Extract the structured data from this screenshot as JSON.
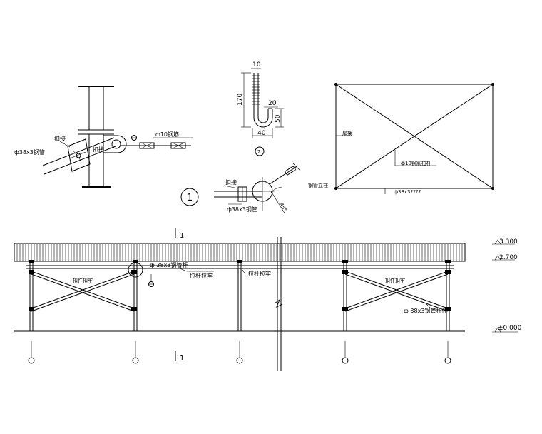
{
  "detail_left": {
    "label_fastener": "扣接",
    "label_fastener2": "扣接",
    "label_pipe": "ф38x3钢管",
    "label_rod": "ф10钢筋"
  },
  "detail_hook": {
    "dim_top": "10",
    "dim_height": "170",
    "dim_width": "20",
    "dim_inner": "50",
    "dim_bottom": "40",
    "callout": "2"
  },
  "detail_one": {
    "callout": "1",
    "label_fastener": "扣接",
    "label_pipe": "ф38x3钢管",
    "angle": "45°"
  },
  "plan": {
    "label_roof": "屋架",
    "label_rod": "ф10钢筋拉杆",
    "label_column": "钢管立柱",
    "label_pipe": "ф38x3????"
  },
  "elevation": {
    "section_mark_top": "1",
    "section_mark_bottom": "1",
    "label_top_pipe": "ф 38x3钢管杆",
    "label_tie1": "拉杆拉牢",
    "label_tie2": "拉杆拉牢",
    "label_brace_left": "扣件扣牢",
    "label_brace_right": "扣件扣牢",
    "label_brace_pipe": "ф 38x3钢管杆件",
    "level_top": "3.300",
    "level_mid": "2.700",
    "level_zero": "±0.000"
  }
}
